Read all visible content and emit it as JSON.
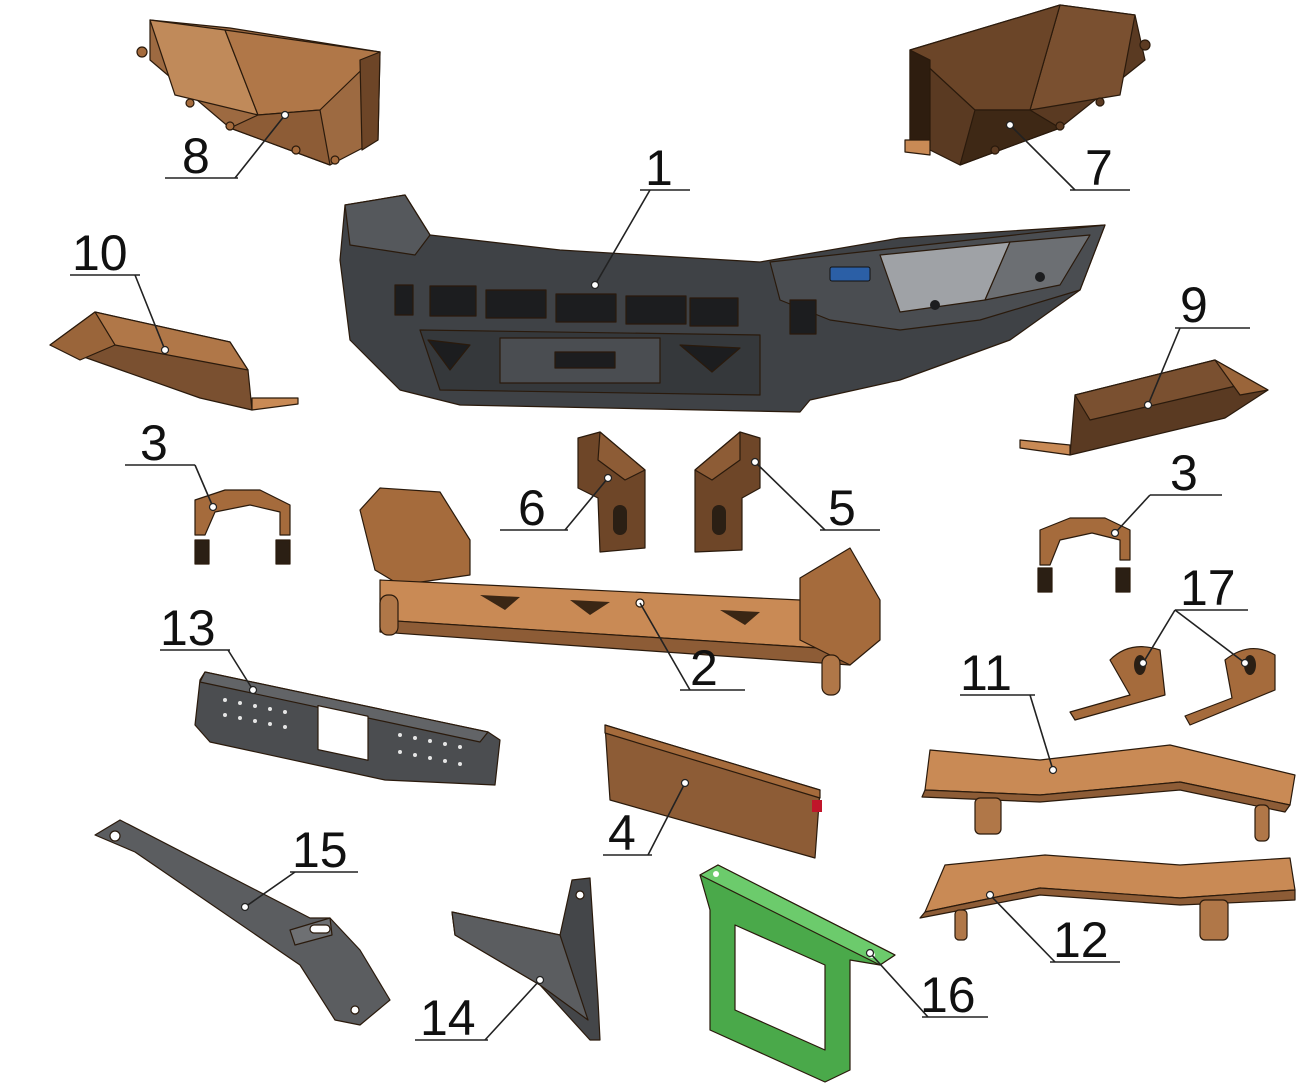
{
  "diagram": {
    "background": "#ffffff",
    "colors": {
      "bumper": "#3f4246",
      "bronze_light": "#c98a55",
      "bronze_mid": "#a56b3c",
      "bronze_dark": "#5c3b22",
      "steel": "#5b5d60",
      "green": "#5cb85c",
      "leader": "#222222"
    },
    "callouts": [
      {
        "id": "c1",
        "label": "1"
      },
      {
        "id": "c2",
        "label": "2"
      },
      {
        "id": "c3a",
        "label": "3"
      },
      {
        "id": "c3b",
        "label": "3"
      },
      {
        "id": "c4",
        "label": "4"
      },
      {
        "id": "c5",
        "label": "5"
      },
      {
        "id": "c6",
        "label": "6"
      },
      {
        "id": "c7",
        "label": "7"
      },
      {
        "id": "c8",
        "label": "8"
      },
      {
        "id": "c9",
        "label": "9"
      },
      {
        "id": "c10",
        "label": "10"
      },
      {
        "id": "c11",
        "label": "11"
      },
      {
        "id": "c12",
        "label": "12"
      },
      {
        "id": "c13",
        "label": "13"
      },
      {
        "id": "c14",
        "label": "14"
      },
      {
        "id": "c15",
        "label": "15"
      },
      {
        "id": "c16",
        "label": "16"
      },
      {
        "id": "c17",
        "label": "17"
      }
    ]
  }
}
